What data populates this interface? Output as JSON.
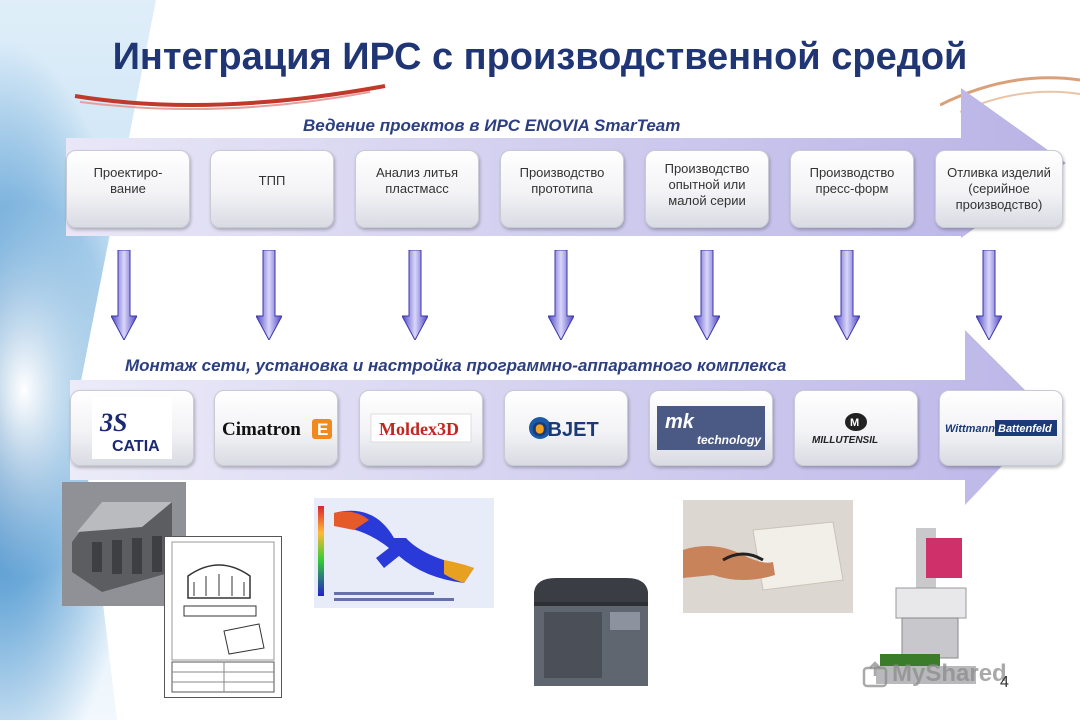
{
  "title": "Интеграция ИРС с производственной средой",
  "band_top_label": "Ведение проектов в ИРС ENOVIA SmarTeam",
  "band_bottom_label": "Монтаж сети, установка и настройка программно-аппаратного комплекса",
  "stages": [
    {
      "label": "Проектиро-\nвание"
    },
    {
      "label": "ТПП"
    },
    {
      "label": "Анализ литья пластмасс"
    },
    {
      "label": "Производство прототипа"
    },
    {
      "label": "Производство опытной или малой серии"
    },
    {
      "label": "Производство пресс-форм"
    },
    {
      "label": "Отливка изделий (серийное производство)"
    }
  ],
  "logos": [
    {
      "text": "CATIA",
      "icon": "catia-logo"
    },
    {
      "text": "Cimatron",
      "accent_text": "E",
      "icon": "cimatron-logo"
    },
    {
      "text": "Moldex3D",
      "icon": "moldex3d-logo"
    },
    {
      "text": "OBJET",
      "icon": "objet-logo"
    },
    {
      "text": "mk",
      "sub_text": "technology",
      "icon": "mk-technology-logo"
    },
    {
      "text": "MILLUTENSIL",
      "icon": "millutensil-logo"
    },
    {
      "text": "Wittmann",
      "accent_text": "Battenfeld",
      "icon": "wittmann-battenfeld-logo"
    }
  ],
  "page_number": "4",
  "watermark": "MyShared",
  "colors": {
    "title": "#1f3574",
    "band_label": "#2d3f80",
    "arrow_fill": "#c9c5ea",
    "down_arrow": "#6a62d6"
  }
}
